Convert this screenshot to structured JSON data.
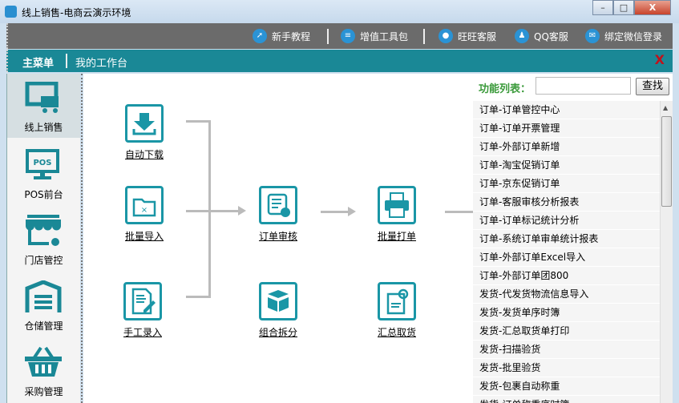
{
  "window": {
    "title": "线上销售-电商云演示环境",
    "minimize": "–",
    "maximize": "□",
    "close": "X"
  },
  "toolbar": {
    "items": [
      {
        "label": "新手教程",
        "icon": "rocket-icon"
      },
      {
        "label": "增值工具包",
        "icon": "toolkit-icon"
      },
      {
        "label": "旺旺客服",
        "icon": "wangwang-icon"
      },
      {
        "label": "QQ客服",
        "icon": "qq-icon"
      },
      {
        "label": "绑定微信登录",
        "icon": "wechat-icon"
      }
    ]
  },
  "menubar": {
    "main": "主菜单",
    "workbench": "我的工作台",
    "close": "X"
  },
  "sidebar": {
    "items": [
      {
        "label": "线上销售",
        "icon": "monitor-cart-icon",
        "active": true
      },
      {
        "label": "POS前台",
        "icon": "pos-monitor-icon"
      },
      {
        "label": "门店管控",
        "icon": "store-gear-icon"
      },
      {
        "label": "仓储管理",
        "icon": "warehouse-icon"
      },
      {
        "label": "采购管理",
        "icon": "basket-icon"
      }
    ]
  },
  "flow": {
    "nodes": [
      {
        "label": "自动下载",
        "icon": "download-icon"
      },
      {
        "label": "批量导入",
        "icon": "folder-import-icon"
      },
      {
        "label": "手工录入",
        "icon": "edit-document-icon"
      },
      {
        "label": "订单审核",
        "icon": "order-review-icon"
      },
      {
        "label": "组合拆分",
        "icon": "boxes-icon"
      },
      {
        "label": "批量打单",
        "icon": "printer-icon"
      },
      {
        "label": "汇总取货",
        "icon": "clipboard-icon"
      }
    ]
  },
  "panel": {
    "title": "功能列表：",
    "search_value": "",
    "search_button": "查找",
    "items": [
      "订单-订单管控中心",
      "订单-订单开票管理",
      "订单-外部订单新增",
      "订单-淘宝促销订单",
      "订单-京东促销订单",
      "订单-客服审核分析报表",
      "订单-订单标记统计分析",
      "订单-系统订单审单统计报表",
      "订单-外部订单Excel导入",
      "订单-外部订单团800",
      "发货-代发货物流信息导入",
      "发货-发货单序时簿",
      "发货-汇总取货单打印",
      "发货-扫描验货",
      "发货-批里验货",
      "发货-包裹自动称重",
      "发货-订单称重序时簿"
    ]
  },
  "colors": {
    "accent": "#1a8896",
    "toolbar": "#6b6b6b",
    "panel_title": "#3a9a3a"
  }
}
